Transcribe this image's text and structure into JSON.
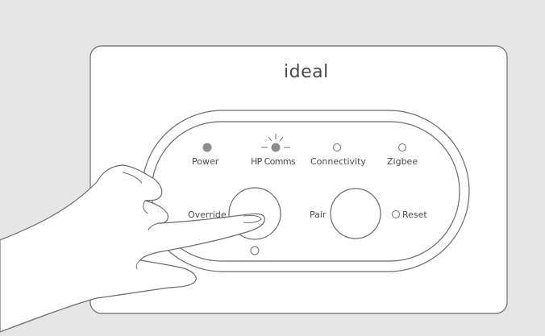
{
  "device": {
    "brand": "ideal",
    "leds": {
      "power": "Power",
      "hp_comms": "HP Comms",
      "connectivity": "Connectivity",
      "zigbee": "Zigbee"
    },
    "buttons": {
      "override": "Override",
      "pair": "Pair",
      "reset": "Reset"
    }
  },
  "colors": {
    "background": "#e6e6e6",
    "panel": "#ffffff",
    "line": "#6b6b6b",
    "led_on": "#8c8c8c"
  }
}
